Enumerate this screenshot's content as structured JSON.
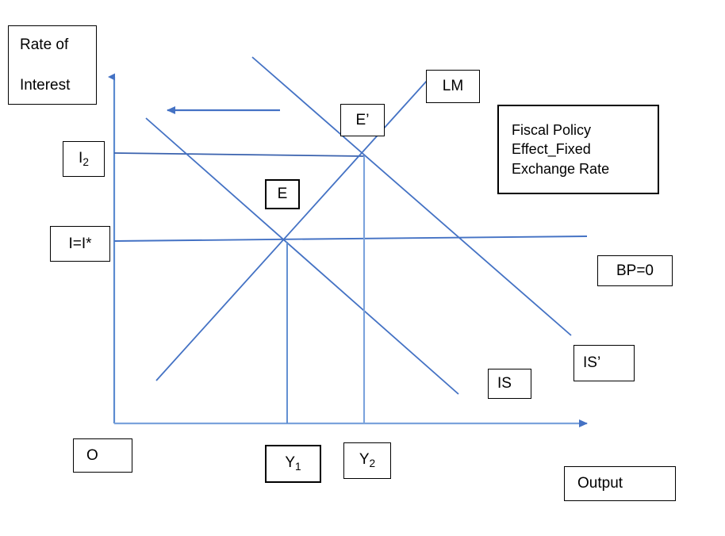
{
  "figure": {
    "title": "Fiscal Policy\nEffect_Fixed\nExchange Rate",
    "axis_y_label": "Rate of\n\nInterest",
    "axis_x_label": "Output",
    "origin_label": "O"
  },
  "labels": {
    "lm_curve": "LM",
    "is_curve": "IS",
    "is_prime_curve": "IS’",
    "bp_curve": "BP=0",
    "equilibrium_e": "E",
    "equilibrium_e_prime": "E’",
    "interest_i2": "I",
    "interest_i2_sub": "2",
    "interest_i_star": "I=I*",
    "output_y1": "Y",
    "output_y1_sub": "1",
    "output_y2": "Y",
    "output_y2_sub": "2"
  },
  "colors": {
    "line": "#4472C4",
    "axis": "#5B8BD0",
    "border": "#000000",
    "background": "#FFFFFF"
  },
  "chart_data": {
    "type": "line",
    "title": "Fiscal Policy Effect_Fixed Exchange Rate",
    "xlabel": "Output",
    "ylabel": "Rate of Interest",
    "grid": false,
    "legend": "inline-labels",
    "series": [
      {
        "name": "LM",
        "points": [
          [
            197,
            480
          ],
          [
            538,
            102
          ]
        ],
        "label_at": [
          537,
          88
        ]
      },
      {
        "name": "IS",
        "points": [
          [
            184,
            149
          ],
          [
            578,
            497
          ]
        ],
        "label_at": [
          615,
          465
        ]
      },
      {
        "name": "IS’",
        "points": [
          [
            318,
            72
          ],
          [
            720,
            423
          ]
        ],
        "label_at": [
          723,
          435
        ]
      },
      {
        "name": "BP=0",
        "points": [
          [
            144,
            304
          ],
          [
            740,
            298
          ]
        ],
        "label_at": [
          753,
          322
        ]
      },
      {
        "name": "I2 level line",
        "points": [
          [
            144,
            194
          ],
          [
            458,
            197
          ]
        ]
      },
      {
        "name": "Y1 drop line",
        "points": [
          [
            362,
            305
          ],
          [
            362,
            534
          ]
        ]
      },
      {
        "name": "Y2 drop line",
        "points": [
          [
            459,
            197
          ],
          [
            459,
            534
          ]
        ]
      }
    ],
    "annotations": [
      {
        "text": "E",
        "at": [
          360,
          305
        ],
        "note": "initial equilibrium"
      },
      {
        "text": "E’",
        "at": [
          457,
          197
        ],
        "note": "new equilibrium"
      },
      {
        "text": "leftward shift arrow",
        "from": [
          353,
          139
        ],
        "to": [
          205,
          139
        ]
      }
    ],
    "axis_ranges": {
      "x": [
        144,
        750
      ],
      "y": [
        534,
        90
      ]
    }
  }
}
